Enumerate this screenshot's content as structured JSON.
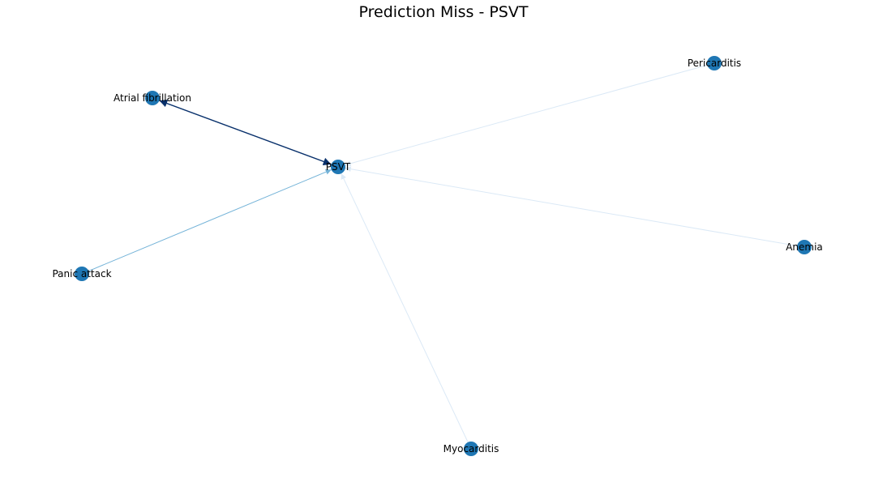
{
  "title": "Prediction Miss - PSVT",
  "colors": {
    "node_fill": "#1f77b4",
    "background": "#ffffff",
    "label": "#000000"
  },
  "nodes": [
    {
      "id": "psvt",
      "label": "PSVT"
    },
    {
      "id": "afib",
      "label": "Atrial fibrillation"
    },
    {
      "id": "panic",
      "label": "Panic attack"
    },
    {
      "id": "pericarditis",
      "label": "Pericarditis"
    },
    {
      "id": "anemia",
      "label": "Anemia"
    },
    {
      "id": "myocarditis",
      "label": "Myocarditis"
    }
  ],
  "edges": [
    {
      "source": "afib",
      "target": "psvt",
      "color": "#08306b",
      "bidirectional": true
    },
    {
      "source": "panic",
      "target": "psvt",
      "color": "#74b3d8",
      "bidirectional": false
    },
    {
      "source": "pericarditis",
      "target": "psvt",
      "color": "#dbe9f6",
      "bidirectional": false
    },
    {
      "source": "anemia",
      "target": "psvt",
      "color": "#dbe9f6",
      "bidirectional": false
    },
    {
      "source": "myocarditis",
      "target": "psvt",
      "color": "#dbe9f6",
      "bidirectional": false
    }
  ]
}
